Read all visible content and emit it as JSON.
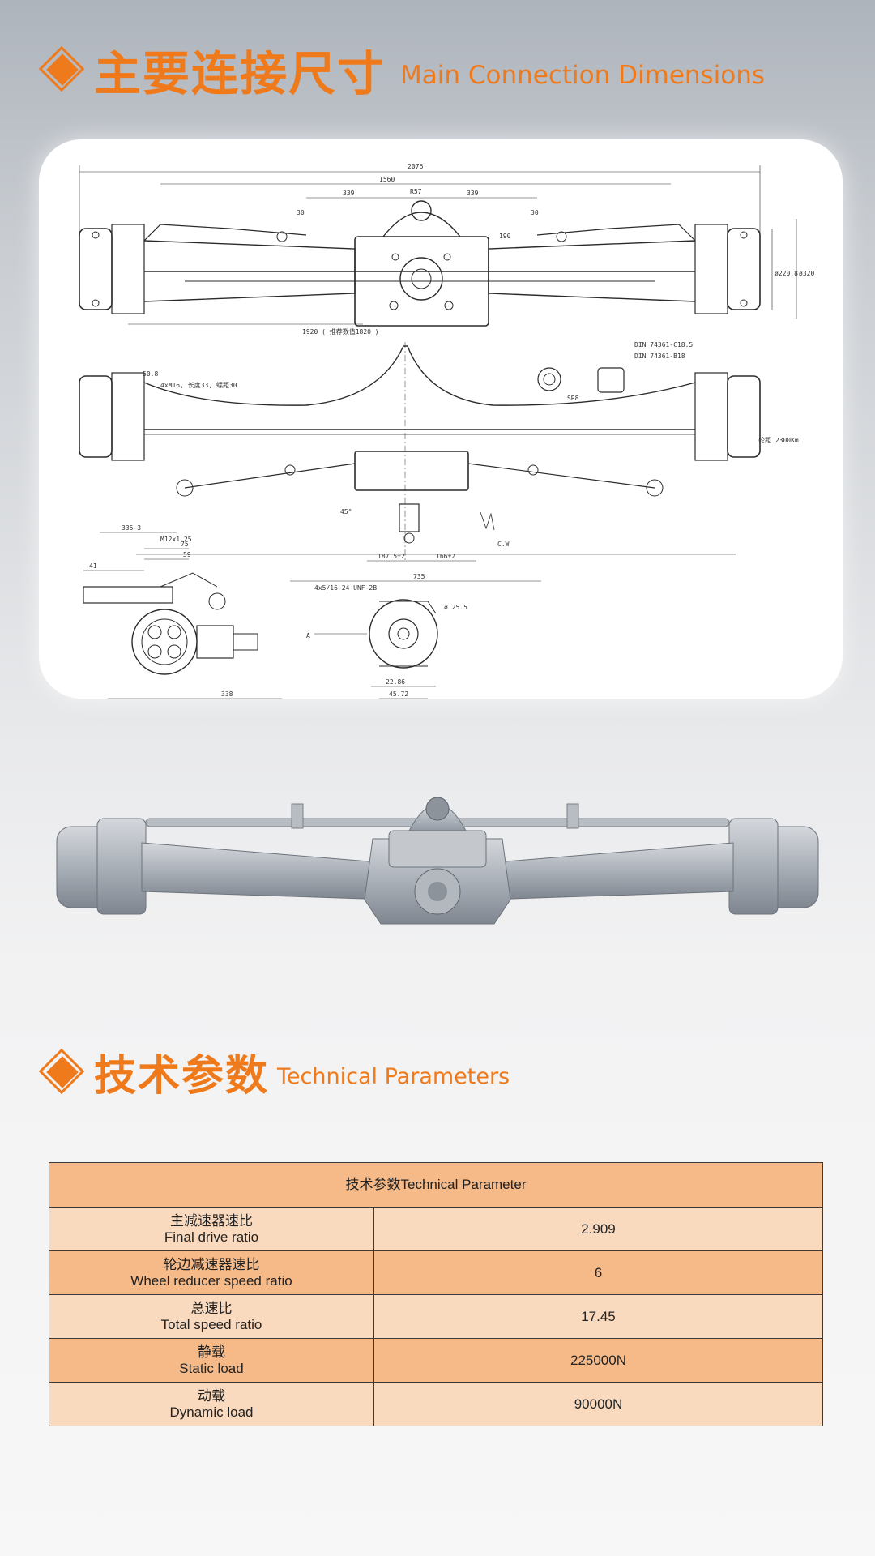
{
  "section_dimensions": {
    "title_cn": "主要连接尺寸",
    "title_en": "Main Connection Dimensions"
  },
  "drawing": {
    "dims": [
      "2076",
      "1560",
      "R57",
      "339",
      "339",
      "30",
      "30",
      "190",
      "1920 ( 推荐数值1820 )",
      "ø220.8",
      "ø320",
      "50.8",
      "4xM16, 长度33, 螺距30",
      "DIN 74361-C18.5",
      "DIN 74361-B18",
      "SR8",
      "轮距 2300Km",
      "45°",
      "735",
      "187.5±2",
      "166±2",
      "C.W",
      "335-3",
      "M12x1.25",
      "75",
      "59",
      "41",
      "338",
      "4x5/16-24 UNF-2B",
      "ø125.5",
      "22.86",
      "45.72",
      "A"
    ]
  },
  "section_params": {
    "title_cn": "技术参数",
    "title_en": "Technical Parameters"
  },
  "table": {
    "header": "技术参数Technical Parameter",
    "rows": [
      {
        "cn": "主减速器速比",
        "en": "Final drive ratio",
        "value": "2.909"
      },
      {
        "cn": "轮边减速器速比",
        "en": "Wheel reducer speed ratio",
        "value": "6"
      },
      {
        "cn": "总速比",
        "en": "Total speed ratio",
        "value": "17.45"
      },
      {
        "cn": "静载",
        "en": "Static load",
        "value": "225000N"
      },
      {
        "cn": "动载",
        "en": "Dynamic load",
        "value": "90000N"
      }
    ]
  },
  "colors": {
    "accent": "#ef7a1c",
    "row_light": "#fadabe",
    "row_dark": "#f6ba88"
  }
}
